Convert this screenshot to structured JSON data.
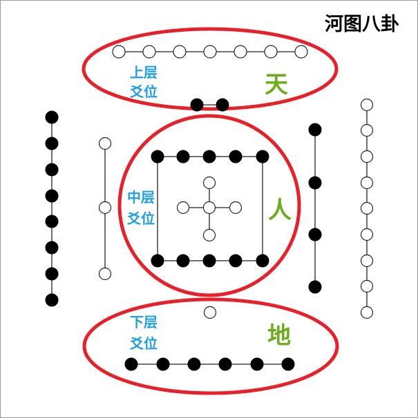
{
  "title": "河图八卦",
  "colors": {
    "ring": "#e8202a",
    "layer_label": "#1f9fe0",
    "realm_label": "#6fac1d",
    "solid_dot": "#000000",
    "hollow_dot": "#ffffff",
    "line": "#222222"
  },
  "upper": {
    "layer_label": [
      "上层",
      "爻位"
    ],
    "realm": "天",
    "hollow_dots": 7,
    "solid_dots": 2
  },
  "middle": {
    "layer_label": [
      "中层",
      "爻位"
    ],
    "realm": "人",
    "square_top_solid_dots": 5,
    "square_bottom_solid_dots": 5,
    "cross_hollow_dots": 5
  },
  "lower": {
    "layer_label": [
      "下层",
      "爻位"
    ],
    "realm": "地",
    "hollow_dots": 1,
    "solid_dots": 6
  },
  "columns": {
    "far_left_solid_dots": 8,
    "inner_left_hollow_dots": 3,
    "inner_right_solid_dots": 4,
    "far_right_hollow_dots": 9
  }
}
